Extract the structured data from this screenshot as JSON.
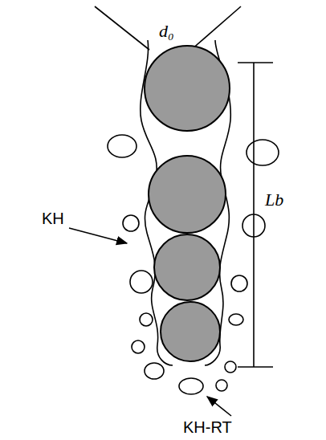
{
  "diagram": {
    "labels": [
      "d₀",
      "Lb",
      "KH",
      "KH-RT"
    ]
  }
}
